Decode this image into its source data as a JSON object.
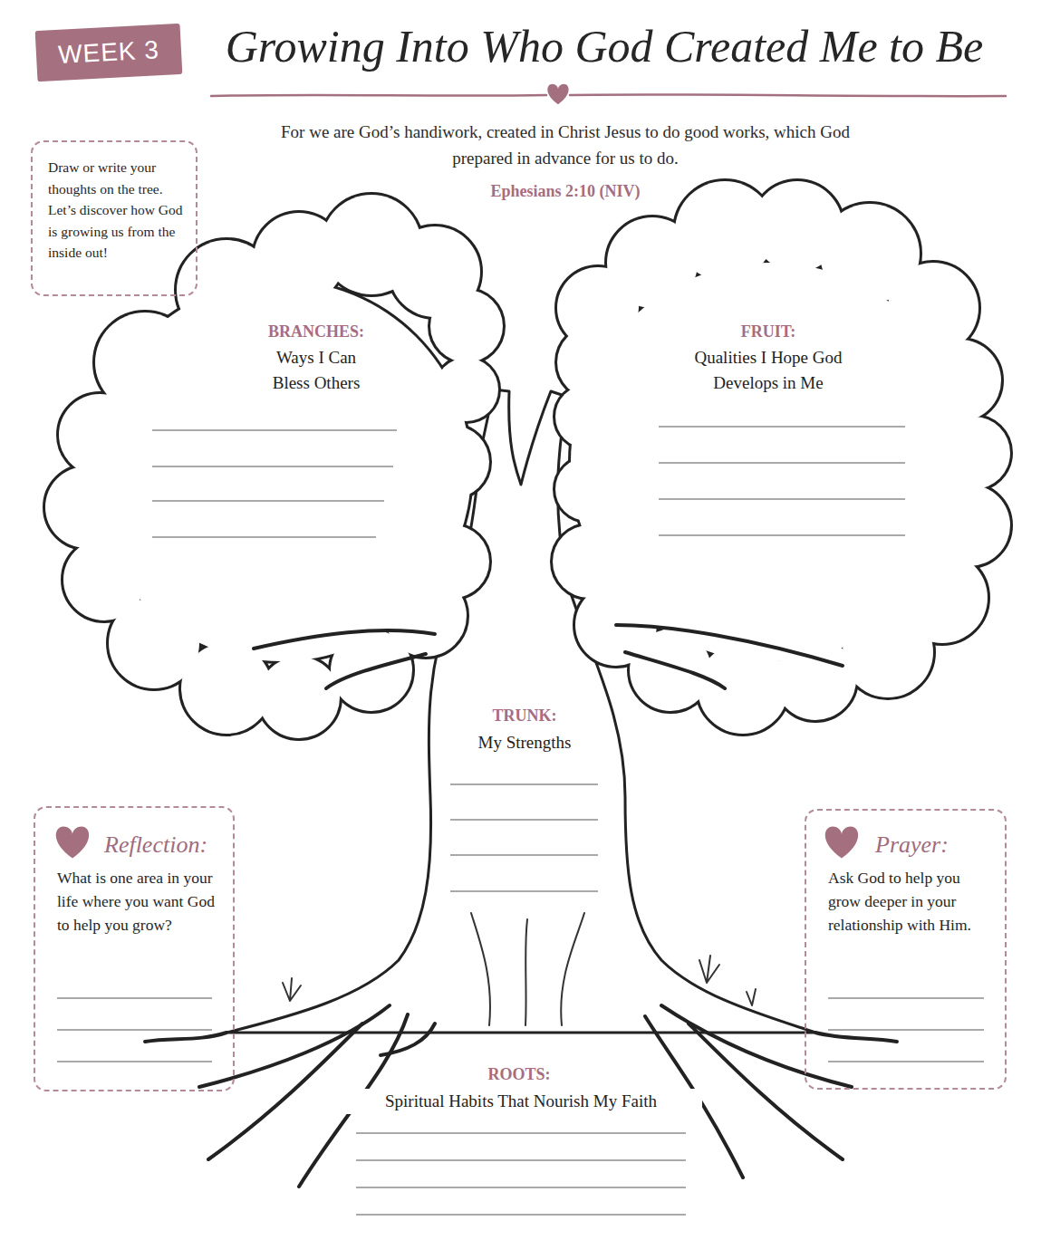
{
  "diagram": {
    "title": "Growing Into Who God Created Me to Be",
    "nodes": [
      {
        "text": [
          "WEEK 3"
        ]
      },
      {
        "text": [
          "Draw or write your thoughts on the tree. Let’s discover how God is growing us from the inside out!"
        ]
      },
      {
        "text": [
          "Reflection:",
          "What is one area in your life where you want God to help you grow?"
        ]
      },
      {
        "text": [
          "Prayer:",
          "Ask God to help you grow deeper in your relationship with Him."
        ]
      }
    ],
    "labels": [
      "For we are God’s handiwork, created in Christ Jesus to do good works, which God prepared in advance for us to do.",
      "Ephesians 2:10 (NIV)",
      "BRANCHES:",
      "Ways I Can Bless Others",
      "FRUIT:",
      "Qualities I Hope God Develops in Me",
      "TRUNK:",
      "My Strengths",
      "ROOTS:",
      "Spiritual Habits That Nourish My Faith"
    ]
  }
}
